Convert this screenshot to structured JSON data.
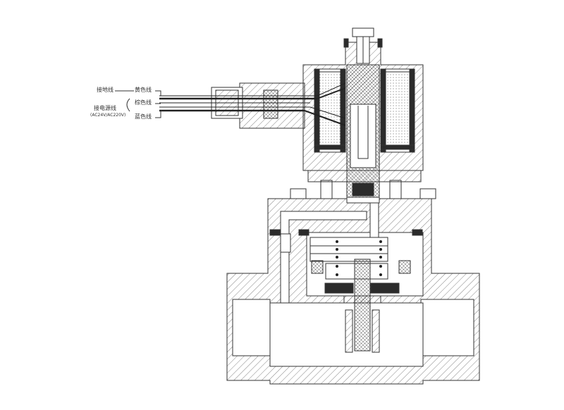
{
  "labels": {
    "ground": "接地线",
    "power": "接电源线",
    "voltage": "(AC24V/AC220V)",
    "yellow": "黄色线",
    "brown": "棕色线",
    "blue": "蓝色线"
  },
  "colors": {
    "line": "#333333",
    "hatch": "#666666",
    "coil_dark": "#2b2b2b"
  }
}
